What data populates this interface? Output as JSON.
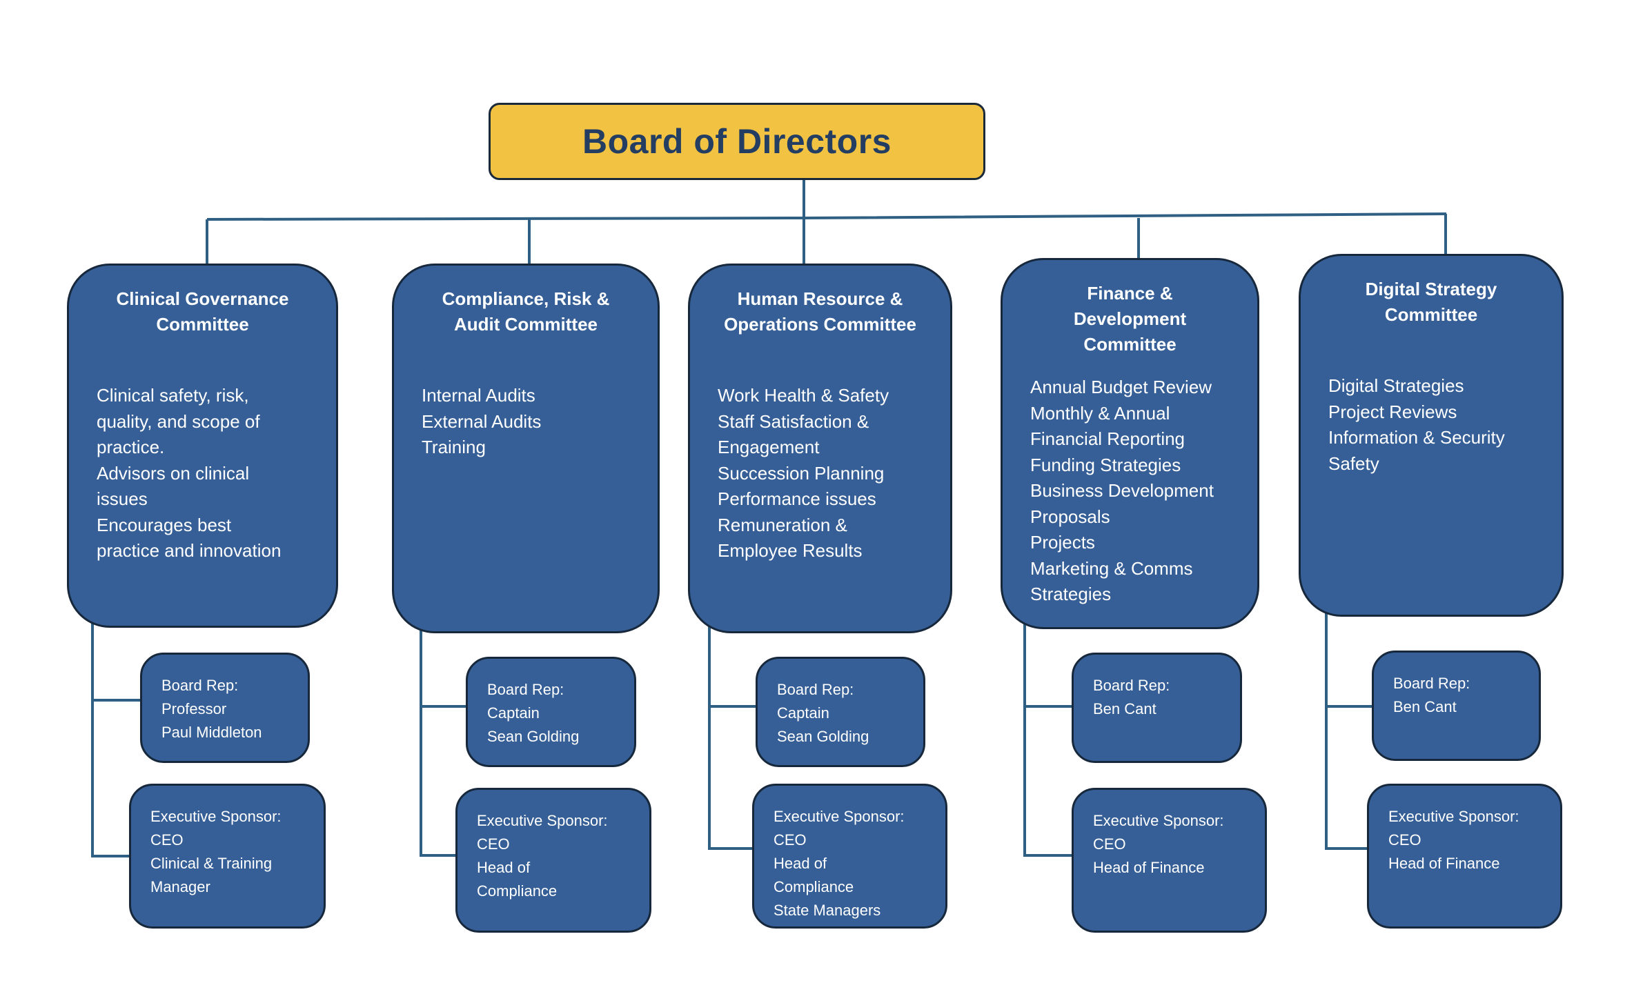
{
  "board": {
    "title": "Board of Directors"
  },
  "colors": {
    "board_fill": "#F2C242",
    "committee_fill": "#355F96",
    "connector": "#2f5f82",
    "board_text": "#233e62"
  },
  "committees": [
    {
      "title_lines": [
        "Clinical Governance",
        "Committee"
      ],
      "items": [
        "Clinical safety, risk,",
        "quality, and scope of",
        "practice.",
        "Advisors on clinical",
        "issues",
        "Encourages best",
        "practice and innovation"
      ],
      "board_rep": [
        "Board Rep:",
        "Professor",
        "Paul Middleton"
      ],
      "exec_sponsor": [
        "Executive Sponsor:",
        "CEO",
        "Clinical & Training",
        "Manager"
      ]
    },
    {
      "title_lines": [
        "Compliance, Risk &",
        "Audit Committee"
      ],
      "items": [
        "Internal Audits",
        "External Audits",
        "Training"
      ],
      "board_rep": [
        "Board Rep:",
        "Captain",
        "Sean Golding"
      ],
      "exec_sponsor": [
        "Executive Sponsor:",
        "CEO",
        "Head of",
        "Compliance"
      ]
    },
    {
      "title_lines": [
        "Human Resource &",
        "Operations Committee"
      ],
      "items": [
        "Work Health & Safety",
        "Staff Satisfaction &",
        "Engagement",
        "Succession Planning",
        "Performance issues",
        "Remuneration &",
        "Employee Results"
      ],
      "board_rep": [
        "Board Rep:",
        "Captain",
        "Sean Golding"
      ],
      "exec_sponsor": [
        "Executive Sponsor:",
        "CEO",
        "Head of",
        "Compliance",
        "State Managers"
      ]
    },
    {
      "title_lines": [
        "Finance &",
        "Development",
        "Committee"
      ],
      "items": [
        "Annual Budget Review",
        "Monthly & Annual",
        "Financial Reporting",
        "Funding Strategies",
        "Business Development",
        "Proposals",
        "Projects",
        "Marketing & Comms",
        "Strategies"
      ],
      "board_rep": [
        "Board Rep:",
        "Ben Cant"
      ],
      "exec_sponsor": [
        "Executive Sponsor:",
        "CEO",
        "Head of Finance"
      ]
    },
    {
      "title_lines": [
        "Digital Strategy",
        "Committee"
      ],
      "items": [
        "Digital Strategies",
        "Project Reviews",
        "Information & Security",
        "Safety"
      ],
      "board_rep": [
        "Board Rep:",
        "Ben Cant"
      ],
      "exec_sponsor": [
        "Executive Sponsor:",
        "CEO",
        "Head of Finance"
      ]
    }
  ]
}
